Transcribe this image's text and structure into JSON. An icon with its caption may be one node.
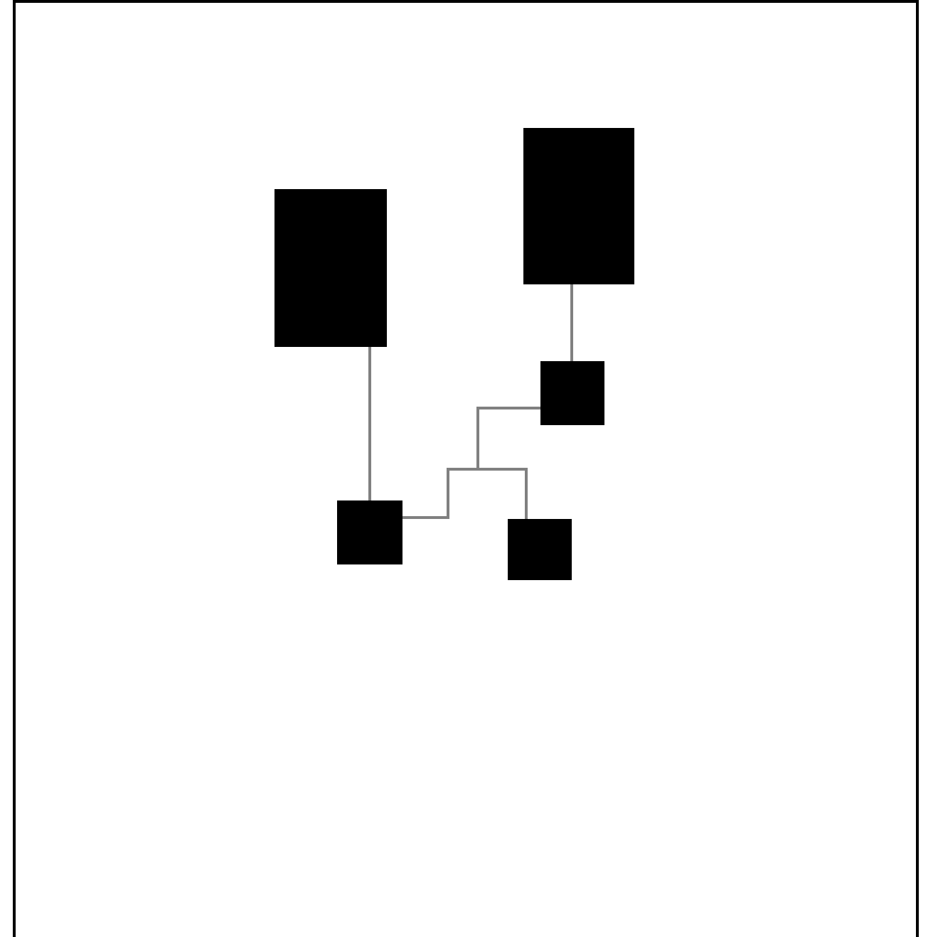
{
  "diagram": {
    "nodes": [
      {
        "text": [],
        "shape": "box"
      },
      {
        "text": [],
        "shape": "box"
      },
      {
        "text": [],
        "shape": "box"
      },
      {
        "text": [],
        "shape": "box"
      },
      {
        "text": [],
        "shape": "box"
      }
    ],
    "edges": [
      {
        "from": 0,
        "to": 2,
        "arrow": "none"
      },
      {
        "from": 1,
        "to": 3,
        "arrow": "none"
      },
      {
        "from": 3,
        "to": 2,
        "arrow": "none"
      },
      {
        "from": 3,
        "to": 4,
        "arrow": "none"
      }
    ]
  }
}
